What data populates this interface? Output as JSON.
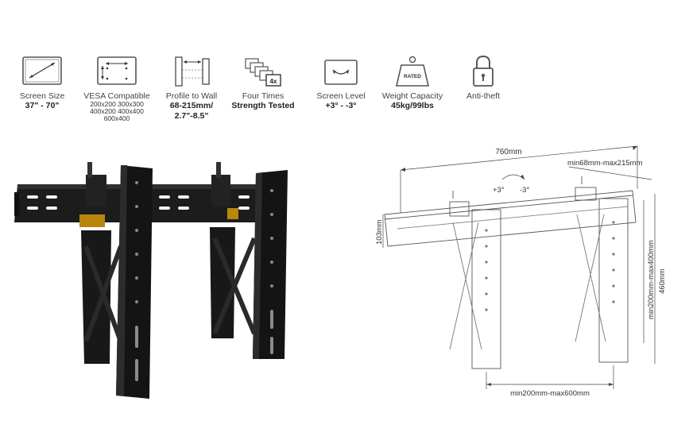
{
  "features": [
    {
      "id": "screen-size",
      "label": "Screen Size",
      "value": "37\" - 70\"",
      "icon": "diagonal-screen-icon"
    },
    {
      "id": "vesa",
      "label": "VESA Compatible",
      "small_lines": [
        "200x200 300x300",
        "400x200 400x400",
        "600x400"
      ],
      "icon": "vesa-pattern-icon"
    },
    {
      "id": "profile",
      "label": "Profile to Wall",
      "value_lines": [
        "68-215mm/",
        "2.7\"-8.5\""
      ],
      "icon": "profile-depth-icon"
    },
    {
      "id": "strength",
      "label": "Four Times",
      "value": "Strength Tested",
      "badge": "4x",
      "icon": "stacked-screens-icon"
    },
    {
      "id": "level",
      "label": "Screen Level",
      "value": "+3° - -3°",
      "icon": "level-adjust-icon"
    },
    {
      "id": "weight",
      "label": "Weight Capacity",
      "value": "45kg/99lbs",
      "badge": "RATED",
      "icon": "weight-icon"
    },
    {
      "id": "antitheft",
      "label": "Anti-theft",
      "icon": "padlock-icon"
    }
  ],
  "drawing": {
    "width_label": "760mm",
    "depth_label": "min68mm-max215mm",
    "tilt_plus": "+3°",
    "tilt_minus": "-3°",
    "rail_height_label": "103mm",
    "arm_height_label": "460mm",
    "vertical_range_label": "min200mm-max400mm",
    "horizontal_range_label": "min200mm-max600mm"
  }
}
